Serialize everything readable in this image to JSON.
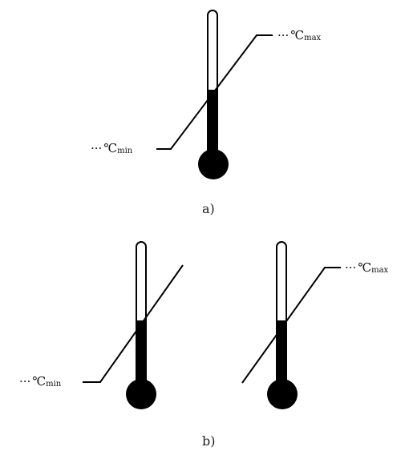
{
  "figure_a": {
    "caption": "a)",
    "label_min": {
      "dots": "···",
      "unit": "℃",
      "sub": "min"
    },
    "label_max": {
      "dots": "···",
      "unit": "℃",
      "sub": "max"
    }
  },
  "figure_b": {
    "caption": "b)",
    "left": {
      "label_min": {
        "dots": "···",
        "unit": "℃",
        "sub": "min"
      }
    },
    "right": {
      "label_max": {
        "dots": "···",
        "unit": "℃",
        "sub": "max"
      }
    }
  },
  "colors": {
    "stroke": "#000000",
    "fill": "#000000",
    "background": "#ffffff"
  }
}
